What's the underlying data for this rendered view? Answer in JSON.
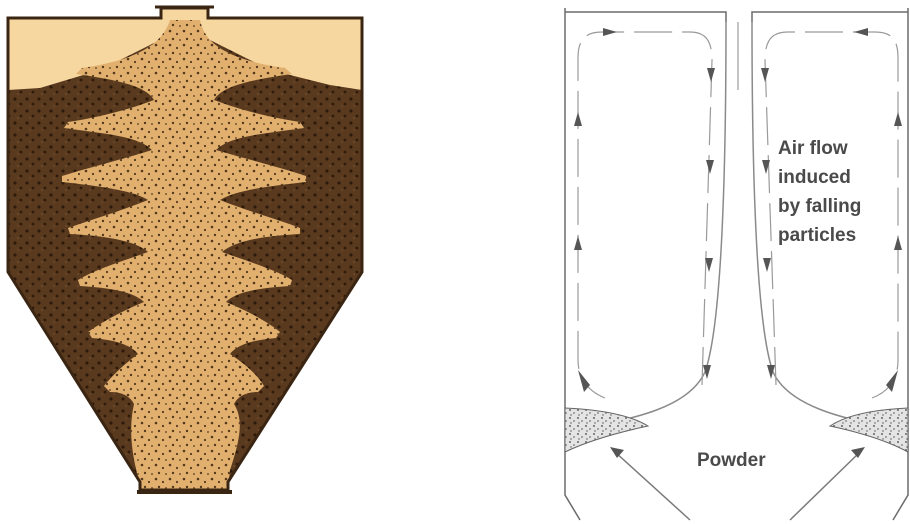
{
  "left_figure": {
    "colors": {
      "outline": "#3a2412",
      "dark_powder": "#5a3a1e",
      "light_powder": "#e2b06e",
      "air_space": "#f6d7a0",
      "speckle": "#3b2410"
    }
  },
  "right_figure": {
    "labels": {
      "air_flow_line1": "Air flow",
      "air_flow_line2": "induced",
      "air_flow_line3": "by falling",
      "air_flow_line4": "particles",
      "powder": "Powder"
    },
    "colors": {
      "wall": "#6b6b6b",
      "flow_line": "#9a9a9a",
      "arrow": "#555555",
      "text": "#4a4a4a",
      "powder_fill": "#d9d9d9"
    }
  }
}
